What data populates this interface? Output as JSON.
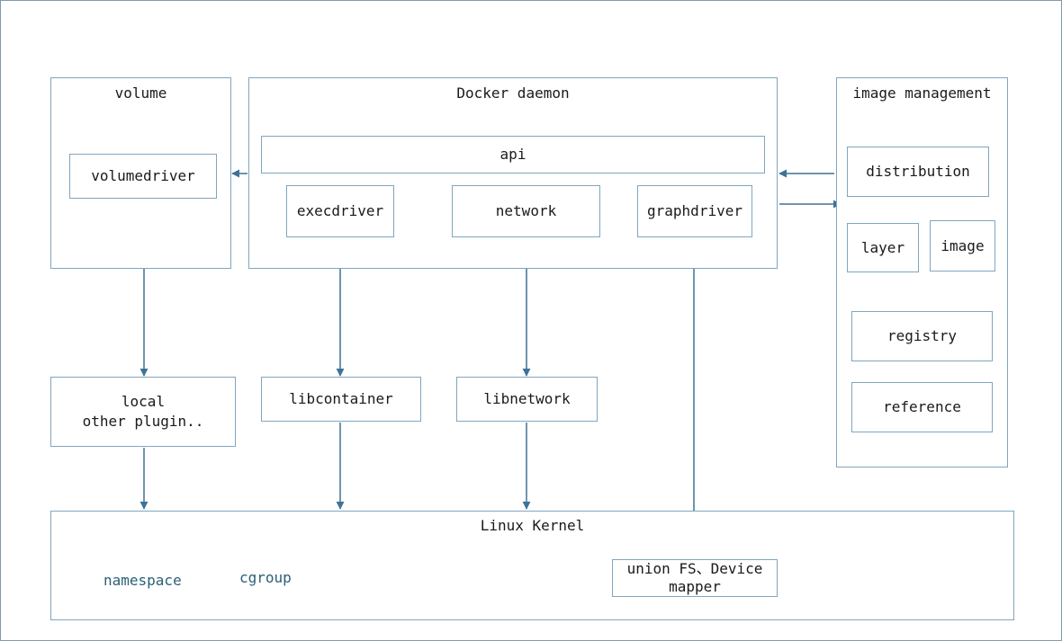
{
  "volume": {
    "title": "volume",
    "volumedriver": "volumedriver"
  },
  "docker_daemon": {
    "title": "Docker daemon",
    "api": "api",
    "execdriver": "execdriver",
    "network": "network",
    "graphdriver": "graphdriver"
  },
  "image_management": {
    "title": "image management",
    "distribution": "distribution",
    "layer": "layer",
    "image": "image",
    "registry": "registry",
    "reference": "reference"
  },
  "middle": {
    "local_line1": "local",
    "local_line2": "other plugin..",
    "libcontainer": "libcontainer",
    "libnetwork": "libnetwork"
  },
  "kernel": {
    "title": "Linux Kernel",
    "namespace": "namespace",
    "cgroup": "cgroup",
    "unionfs_line1": "union FS、Device",
    "unionfs_line2": "mapper"
  },
  "colors": {
    "border": "#7fa6bf",
    "arrow": "#3e7296",
    "kernel_text": "#2b5f78"
  }
}
